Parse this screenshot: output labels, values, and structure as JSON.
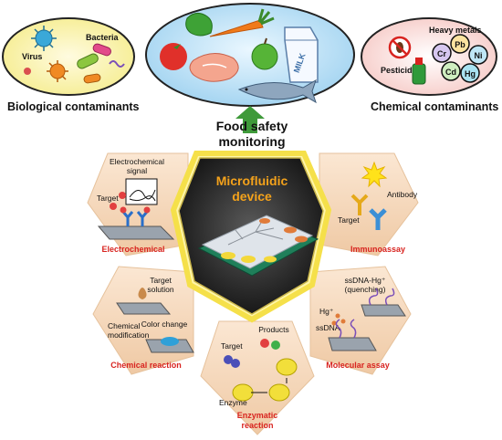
{
  "top": {
    "biological": {
      "caption": "Biological contaminants",
      "labels": {
        "bacteria": "Bacteria",
        "virus": "Virus"
      }
    },
    "food": {
      "milk_label": "MILK"
    },
    "chemical": {
      "caption": "Chemical contaminants",
      "labels": {
        "heavy_metals": "Heavy metals",
        "pesticide": "Pesticide"
      },
      "elements": [
        "Pb",
        "Cr",
        "Ni",
        "Cd",
        "Hg"
      ]
    }
  },
  "center": {
    "monitoring_line1": "Food safety",
    "monitoring_line2": "monitoring",
    "device_line1": "Microfluidic",
    "device_line2": "device"
  },
  "panels": {
    "electrochemical": {
      "title": "Electrochemical",
      "signal_line1": "Electrochemical",
      "signal_line2": "signal",
      "target": "Target"
    },
    "immunoassay": {
      "title": "Immunoassay",
      "antibody": "Antibody",
      "target": "Target"
    },
    "chemical_reaction": {
      "title": "Chemical reaction",
      "target_line1": "Target",
      "target_line2": "solution",
      "modification_line1": "Chemical",
      "modification_line2": "modification",
      "color_change": "Color change"
    },
    "molecular_assay": {
      "title": "Molecular assay",
      "ssdna_hg_line1": "ssDNA-Hg⁺",
      "ssdna_hg_line2": "(quenching)",
      "hg": "Hg⁺",
      "ssdna": "ssDNA"
    },
    "enzymatic": {
      "title_line1": "Enzymatic",
      "title_line2": "reaction",
      "products": "Products",
      "target": "Target",
      "enzyme": "Enzyme"
    }
  },
  "colors": {
    "title_red": "#d8231f",
    "device_orange": "#f4a21b",
    "pentagon_fill": "#f6d9bf",
    "arrow_green": "#3f9a3a"
  }
}
